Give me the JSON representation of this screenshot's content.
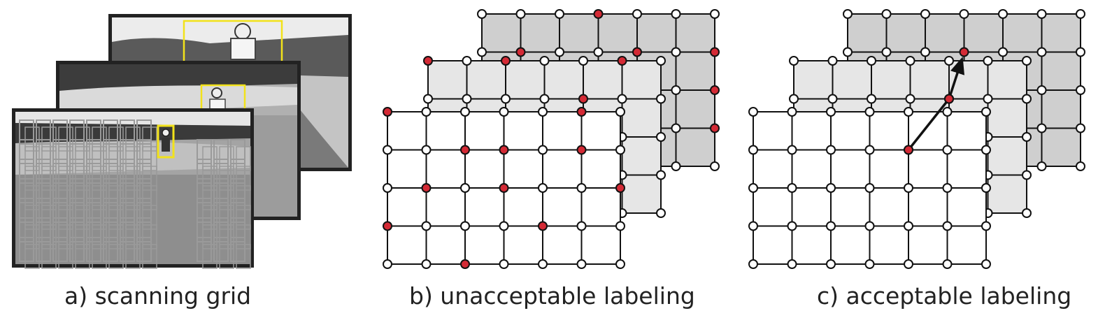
{
  "captions": {
    "a": "a) scanning grid",
    "b": "b) unacceptable labeling",
    "c": "c) acceptable labeling"
  },
  "colors": {
    "background": "#ffffff",
    "grid_line": "#111111",
    "node_fill": "#ffffff",
    "node_labeled": "#d42a35",
    "layer_back": "#cfcfcf",
    "layer_middle": "#e6e6e6",
    "layer_front": "#ffffff",
    "detection_box": "#f2e21a",
    "scan_window": "#9a9a9a"
  },
  "panels": [
    {
      "id": "scanning-grid",
      "frames": 3,
      "detections_per_frame": 1
    },
    {
      "id": "unacceptable-labeling",
      "layers": 3,
      "front": {
        "cols": 7,
        "rows": 5,
        "labeled": [
          [
            0,
            0
          ],
          [
            5,
            0
          ],
          [
            2,
            1
          ],
          [
            3,
            1
          ],
          [
            5,
            1
          ],
          [
            1,
            2
          ],
          [
            3,
            2
          ],
          [
            6,
            2
          ],
          [
            0,
            3
          ],
          [
            4,
            3
          ],
          [
            2,
            4
          ]
        ]
      },
      "middle": {
        "cols": 7,
        "rows": 5,
        "labeled": [
          [
            0,
            0
          ],
          [
            2,
            0
          ],
          [
            5,
            0
          ],
          [
            4,
            1
          ]
        ]
      },
      "back": {
        "cols": 7,
        "rows": 5,
        "labeled": [
          [
            3,
            0
          ],
          [
            1,
            1
          ],
          [
            4,
            1
          ],
          [
            6,
            1
          ],
          [
            6,
            2
          ],
          [
            6,
            3
          ]
        ]
      }
    },
    {
      "id": "acceptable-labeling",
      "layers": 3,
      "front": {
        "cols": 7,
        "rows": 5,
        "labeled": [
          [
            4,
            1
          ]
        ]
      },
      "middle": {
        "cols": 7,
        "rows": 5,
        "labeled": [
          [
            4,
            1
          ]
        ]
      },
      "back": {
        "cols": 7,
        "rows": 5,
        "labeled": [
          [
            3,
            1
          ]
        ]
      },
      "arrow": "front-to-back"
    }
  ]
}
